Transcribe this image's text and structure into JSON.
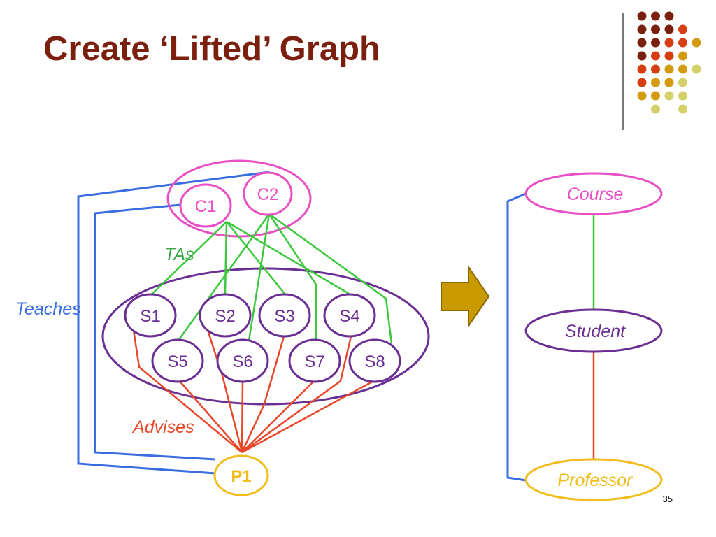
{
  "slide": {
    "title": "Create ‘Lifted’ Graph",
    "page_number": "35"
  },
  "colors": {
    "title": "#7b1f0e",
    "teaches": "#3a6ee0",
    "tas": "#3cc83c",
    "advises": "#e8472a",
    "course": "#e84fc5",
    "student": "#6b2f93",
    "professor": "#f0bd1c",
    "arrow": "#c99a00"
  },
  "labels": {
    "teaches": "Teaches",
    "tas": "TAs",
    "advises": "Advises"
  },
  "ground_graph": {
    "courses": [
      "C1",
      "C2"
    ],
    "students": [
      "S1",
      "S2",
      "S3",
      "S4",
      "S5",
      "S6",
      "S7",
      "S8"
    ],
    "professors": [
      "P1"
    ]
  },
  "lifted_graph": {
    "course": "Course",
    "student": "Student",
    "professor": "Professor"
  },
  "decoration": {
    "dot_palette": [
      "#7b1f0e",
      "#d63e12",
      "#d49a10",
      "#d4d06a"
    ]
  }
}
